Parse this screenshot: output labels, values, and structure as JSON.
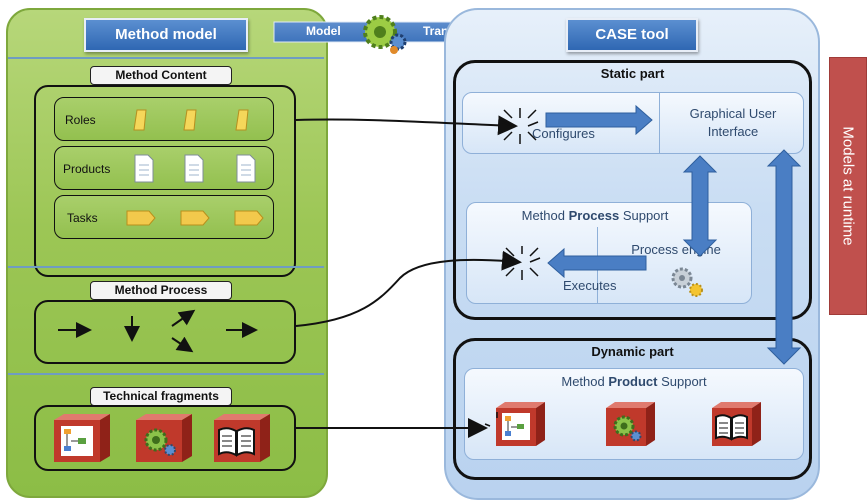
{
  "left": {
    "title": "Method model",
    "method_content": {
      "label": "Method Content",
      "rows": [
        "Roles",
        "Products",
        "Tasks"
      ]
    },
    "method_process": {
      "label": "Method Process"
    },
    "technical_fragments": {
      "label": "Technical fragments"
    }
  },
  "transformation": {
    "model_label": "Model",
    "transformation_label": "Transformation"
  },
  "right": {
    "title": "CASE tool",
    "static_part": {
      "label": "Static part",
      "configures": "Configures",
      "gui_line1": "Graphical User",
      "gui_line2": "Interface",
      "process_support_prefix": "Method ",
      "process_support_bold": "Process",
      "process_support_suffix": " Support",
      "executes": "Executes",
      "process_engine": "Process engine"
    },
    "dynamic_part": {
      "label": "Dynamic part",
      "product_support_prefix": "Method ",
      "product_support_bold": "Product",
      "product_support_suffix": " Support"
    }
  },
  "side_label": "Models at runtime",
  "colors": {
    "left_panel": "#9cc655",
    "right_panel": "#c9ddf3",
    "title_blue": "#2f67b3",
    "side_bar": "#c0504d",
    "cube_red": "#c0392b",
    "task_yellow": "#f2c94c"
  }
}
